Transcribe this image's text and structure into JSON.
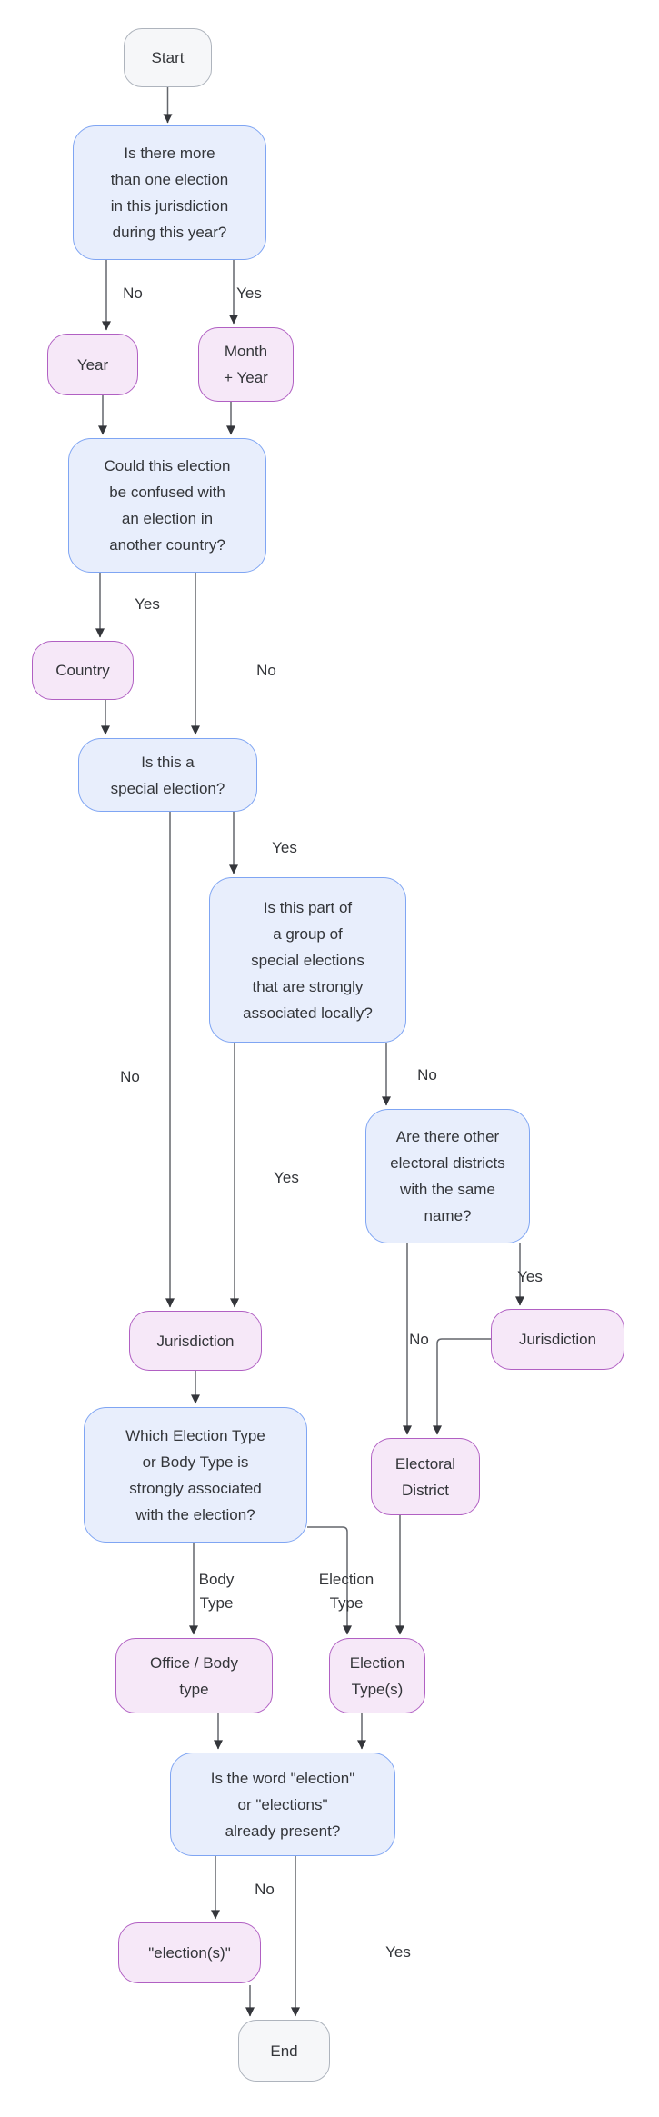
{
  "diagram": {
    "type": "flowchart",
    "colors": {
      "decision_fill": "#e8eefc",
      "decision_border": "#7fa5f3",
      "output_fill": "#f6e8f8",
      "output_border": "#b160c3",
      "terminal_fill": "#f6f7f9",
      "terminal_border": "#aeb4bd",
      "edge_line": "#63666c",
      "arrowhead": "#34363b",
      "text": "#333539"
    },
    "nodes": [
      {
        "id": "start",
        "type": "terminal",
        "label": "Start"
      },
      {
        "id": "q_multiple_elections",
        "type": "decision",
        "label": "Is there more\nthan one election\nin this jurisdiction\nduring this year?"
      },
      {
        "id": "year",
        "type": "output",
        "label": "Year"
      },
      {
        "id": "month_year",
        "type": "output",
        "label": "Month\n+ Year"
      },
      {
        "id": "q_confused_country",
        "type": "decision",
        "label": "Could this election\nbe confused with\nan election in\nanother country?"
      },
      {
        "id": "country",
        "type": "output",
        "label": "Country"
      },
      {
        "id": "q_special_election",
        "type": "decision",
        "label": "Is this a\nspecial election?"
      },
      {
        "id": "q_special_group",
        "type": "decision",
        "label": "Is this part of\na group of\nspecial elections\nthat are strongly\nassociated locally?"
      },
      {
        "id": "q_same_name_districts",
        "type": "decision",
        "label": "Are there other\nelectoral districts\nwith the same\nname?"
      },
      {
        "id": "jurisdiction_left",
        "type": "output",
        "label": "Jurisdiction"
      },
      {
        "id": "jurisdiction_right",
        "type": "output",
        "label": "Jurisdiction"
      },
      {
        "id": "electoral_district",
        "type": "output",
        "label": "Electoral\nDistrict"
      },
      {
        "id": "q_type_association",
        "type": "decision",
        "label": "Which Election Type\nor Body Type is\nstrongly associated\nwith the election?"
      },
      {
        "id": "office_body_type",
        "type": "output",
        "label": "Office / Body\ntype"
      },
      {
        "id": "election_types",
        "type": "output",
        "label": "Election\nType(s)"
      },
      {
        "id": "q_word_election",
        "type": "decision",
        "label": "Is the word \"election\"\nor \"elections\"\nalready present?"
      },
      {
        "id": "election_s",
        "type": "output",
        "label": "\"election(s)\""
      },
      {
        "id": "end",
        "type": "terminal",
        "label": "End"
      }
    ],
    "edges": [
      {
        "from": "start",
        "to": "q_multiple_elections",
        "label": ""
      },
      {
        "from": "q_multiple_elections",
        "to": "year",
        "label": "No"
      },
      {
        "from": "q_multiple_elections",
        "to": "month_year",
        "label": "Yes"
      },
      {
        "from": "year",
        "to": "q_confused_country",
        "label": ""
      },
      {
        "from": "month_year",
        "to": "q_confused_country",
        "label": ""
      },
      {
        "from": "q_confused_country",
        "to": "country",
        "label": "Yes"
      },
      {
        "from": "q_confused_country",
        "to": "q_special_election",
        "label": "No"
      },
      {
        "from": "country",
        "to": "q_special_election",
        "label": ""
      },
      {
        "from": "q_special_election",
        "to": "jurisdiction_left",
        "label": "No"
      },
      {
        "from": "q_special_election",
        "to": "q_special_group",
        "label": "Yes"
      },
      {
        "from": "q_special_group",
        "to": "jurisdiction_left",
        "label": "Yes"
      },
      {
        "from": "q_special_group",
        "to": "q_same_name_districts",
        "label": "No"
      },
      {
        "from": "q_same_name_districts",
        "to": "electoral_district",
        "label": "No"
      },
      {
        "from": "q_same_name_districts",
        "to": "jurisdiction_right",
        "label": "Yes"
      },
      {
        "from": "jurisdiction_right",
        "to": "electoral_district",
        "label": ""
      },
      {
        "from": "jurisdiction_left",
        "to": "q_type_association",
        "label": ""
      },
      {
        "from": "q_type_association",
        "to": "office_body_type",
        "label": "Body\nType"
      },
      {
        "from": "q_type_association",
        "to": "election_types",
        "label": "Election\nType"
      },
      {
        "from": "electoral_district",
        "to": "election_types",
        "label": ""
      },
      {
        "from": "office_body_type",
        "to": "q_word_election",
        "label": ""
      },
      {
        "from": "election_types",
        "to": "q_word_election",
        "label": ""
      },
      {
        "from": "q_word_election",
        "to": "election_s",
        "label": "No"
      },
      {
        "from": "q_word_election",
        "to": "end",
        "label": "Yes"
      },
      {
        "from": "election_s",
        "to": "end",
        "label": ""
      }
    ]
  }
}
